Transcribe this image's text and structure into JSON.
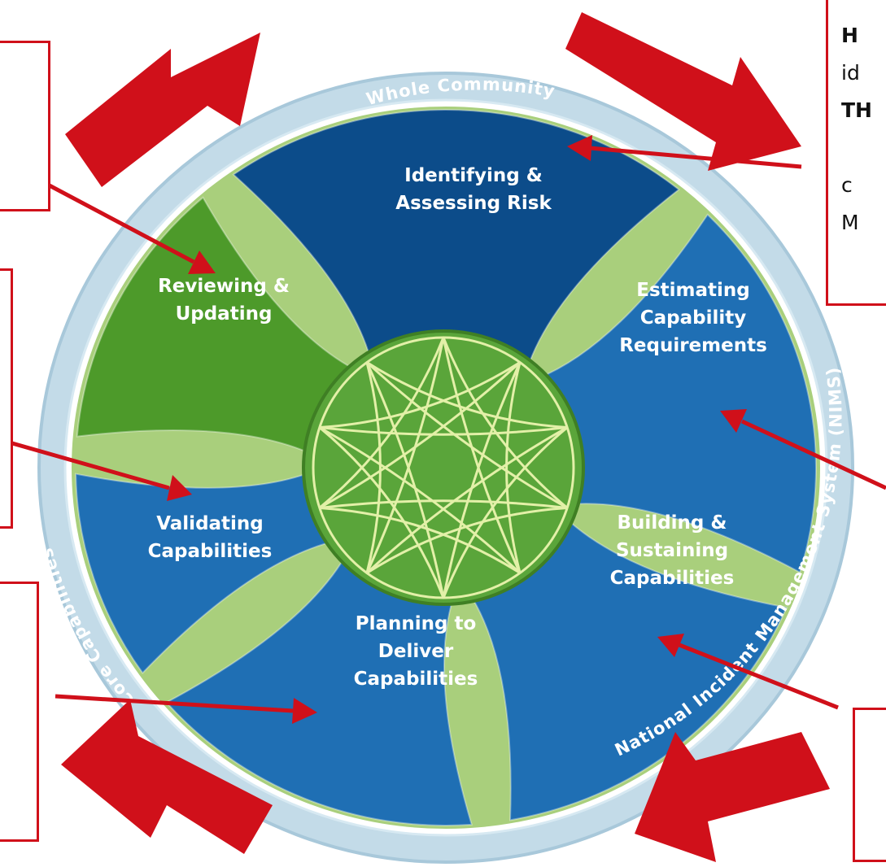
{
  "cycle": {
    "segments": [
      {
        "name": "segment-identifying-assessing-risk",
        "lines": [
          "Identifying &",
          "Assessing Risk"
        ],
        "color": "#0c4c8a"
      },
      {
        "name": "segment-estimating-capability-requirements",
        "lines": [
          "Estimating",
          "Capability",
          "Requirements"
        ],
        "color": "#1f6fb4"
      },
      {
        "name": "segment-building-sustaining-capabilities",
        "lines": [
          "Building &",
          "Sustaining",
          "Capabilities"
        ],
        "color": "#1f6fb4"
      },
      {
        "name": "segment-planning-to-deliver-capabilities",
        "lines": [
          "Planning to",
          "Deliver",
          "Capabilities"
        ],
        "color": "#1f6fb4"
      },
      {
        "name": "segment-validating-capabilities",
        "lines": [
          "Validating",
          "Capabilities"
        ],
        "color": "#1f6fb4"
      },
      {
        "name": "segment-reviewing-updating",
        "lines": [
          "Reviewing &",
          "Updating"
        ],
        "color": "#4d9a2a"
      }
    ],
    "ring_labels": {
      "top": "Whole Community",
      "right": "National Incident Management System (NIMS)",
      "left": "Core Capabilities"
    },
    "colors": {
      "ring": "#c3dbe8",
      "ring_edge": "#a8c8da",
      "divider": "#a9cf7c",
      "hub": "#5aa53a",
      "hub_lines": "#e3f0a8",
      "arrow": "#d0101a"
    }
  },
  "callouts": {
    "top_right": {
      "lines": [
        "H",
        "id",
        "TH",
        "",
        "c",
        "M"
      ],
      "bold_lines": [
        0,
        2
      ]
    }
  }
}
